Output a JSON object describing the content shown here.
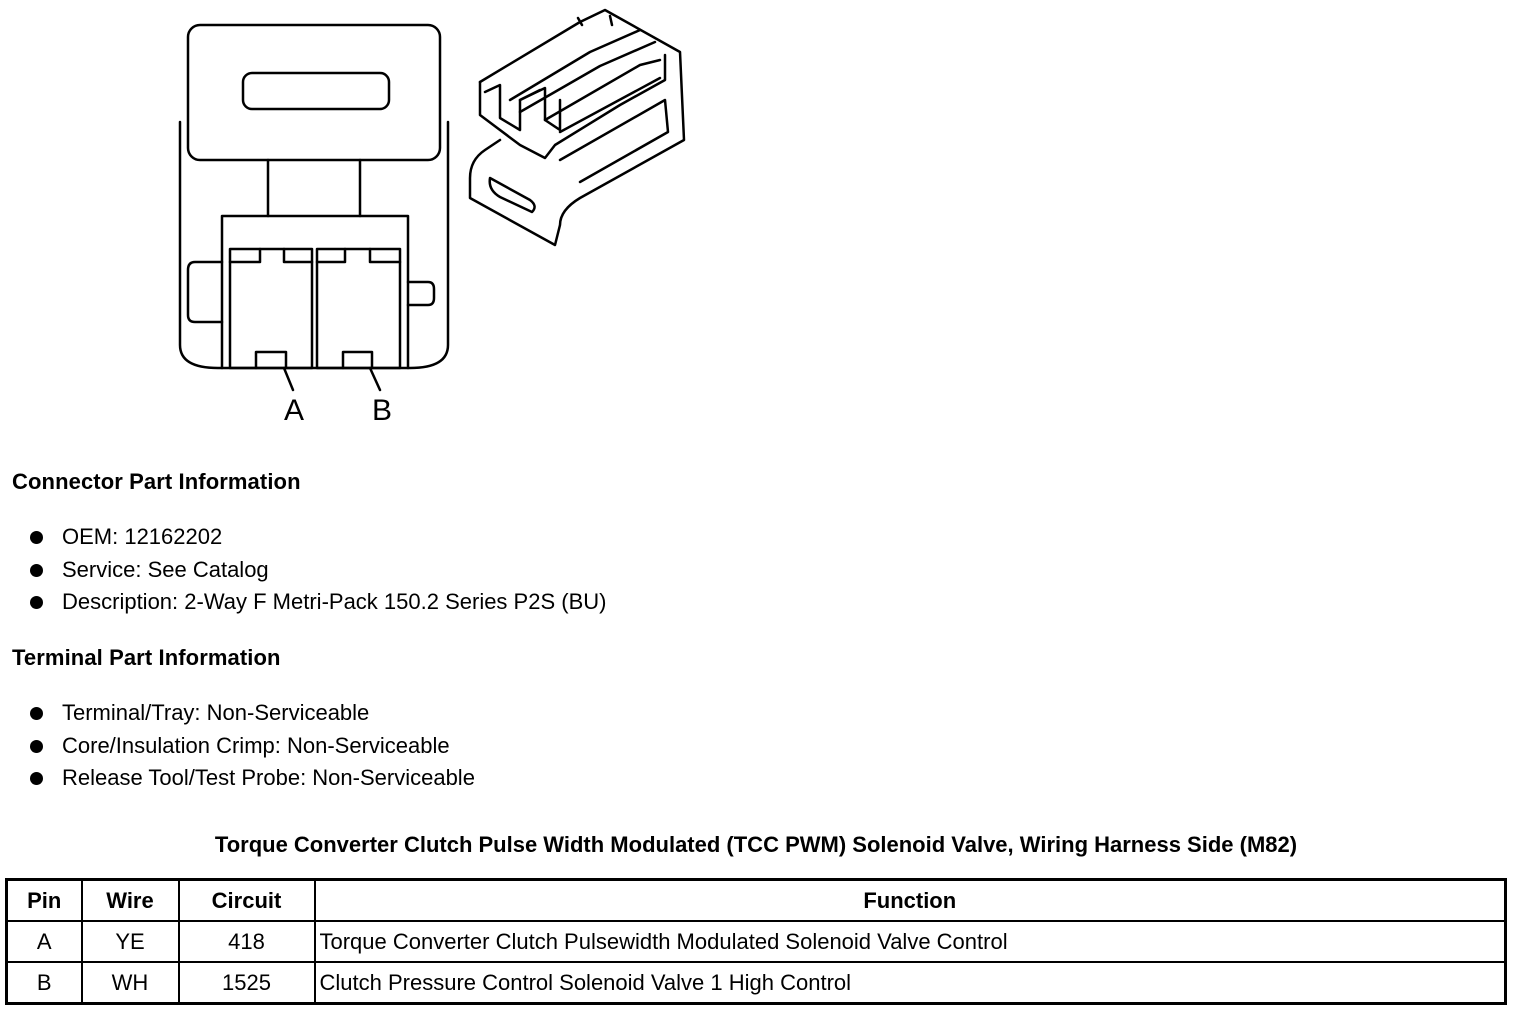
{
  "diagram": {
    "pin_labels": [
      "A",
      "B"
    ]
  },
  "connector": {
    "title": "Connector Part Information",
    "items": [
      "OEM: 12162202",
      "Service: See Catalog",
      "Description: 2-Way F Metri-Pack 150.2 Series P2S (BU)"
    ]
  },
  "terminal": {
    "title": "Terminal Part Information",
    "items": [
      "Terminal/Tray: Non-Serviceable",
      "Core/Insulation Crimp: Non-Serviceable",
      "Release Tool/Test Probe: Non-Serviceable"
    ]
  },
  "table": {
    "title": "Torque Converter Clutch Pulse Width Modulated (TCC PWM) Solenoid Valve, Wiring Harness Side (M82)",
    "headers": [
      "Pin",
      "Wire",
      "Circuit",
      "Function"
    ],
    "rows": [
      [
        "A",
        "YE",
        "418",
        "Torque Converter Clutch Pulsewidth Modulated Solenoid Valve Control"
      ],
      [
        "B",
        "WH",
        "1525",
        "Clutch Pressure Control Solenoid Valve 1 High Control"
      ]
    ]
  }
}
